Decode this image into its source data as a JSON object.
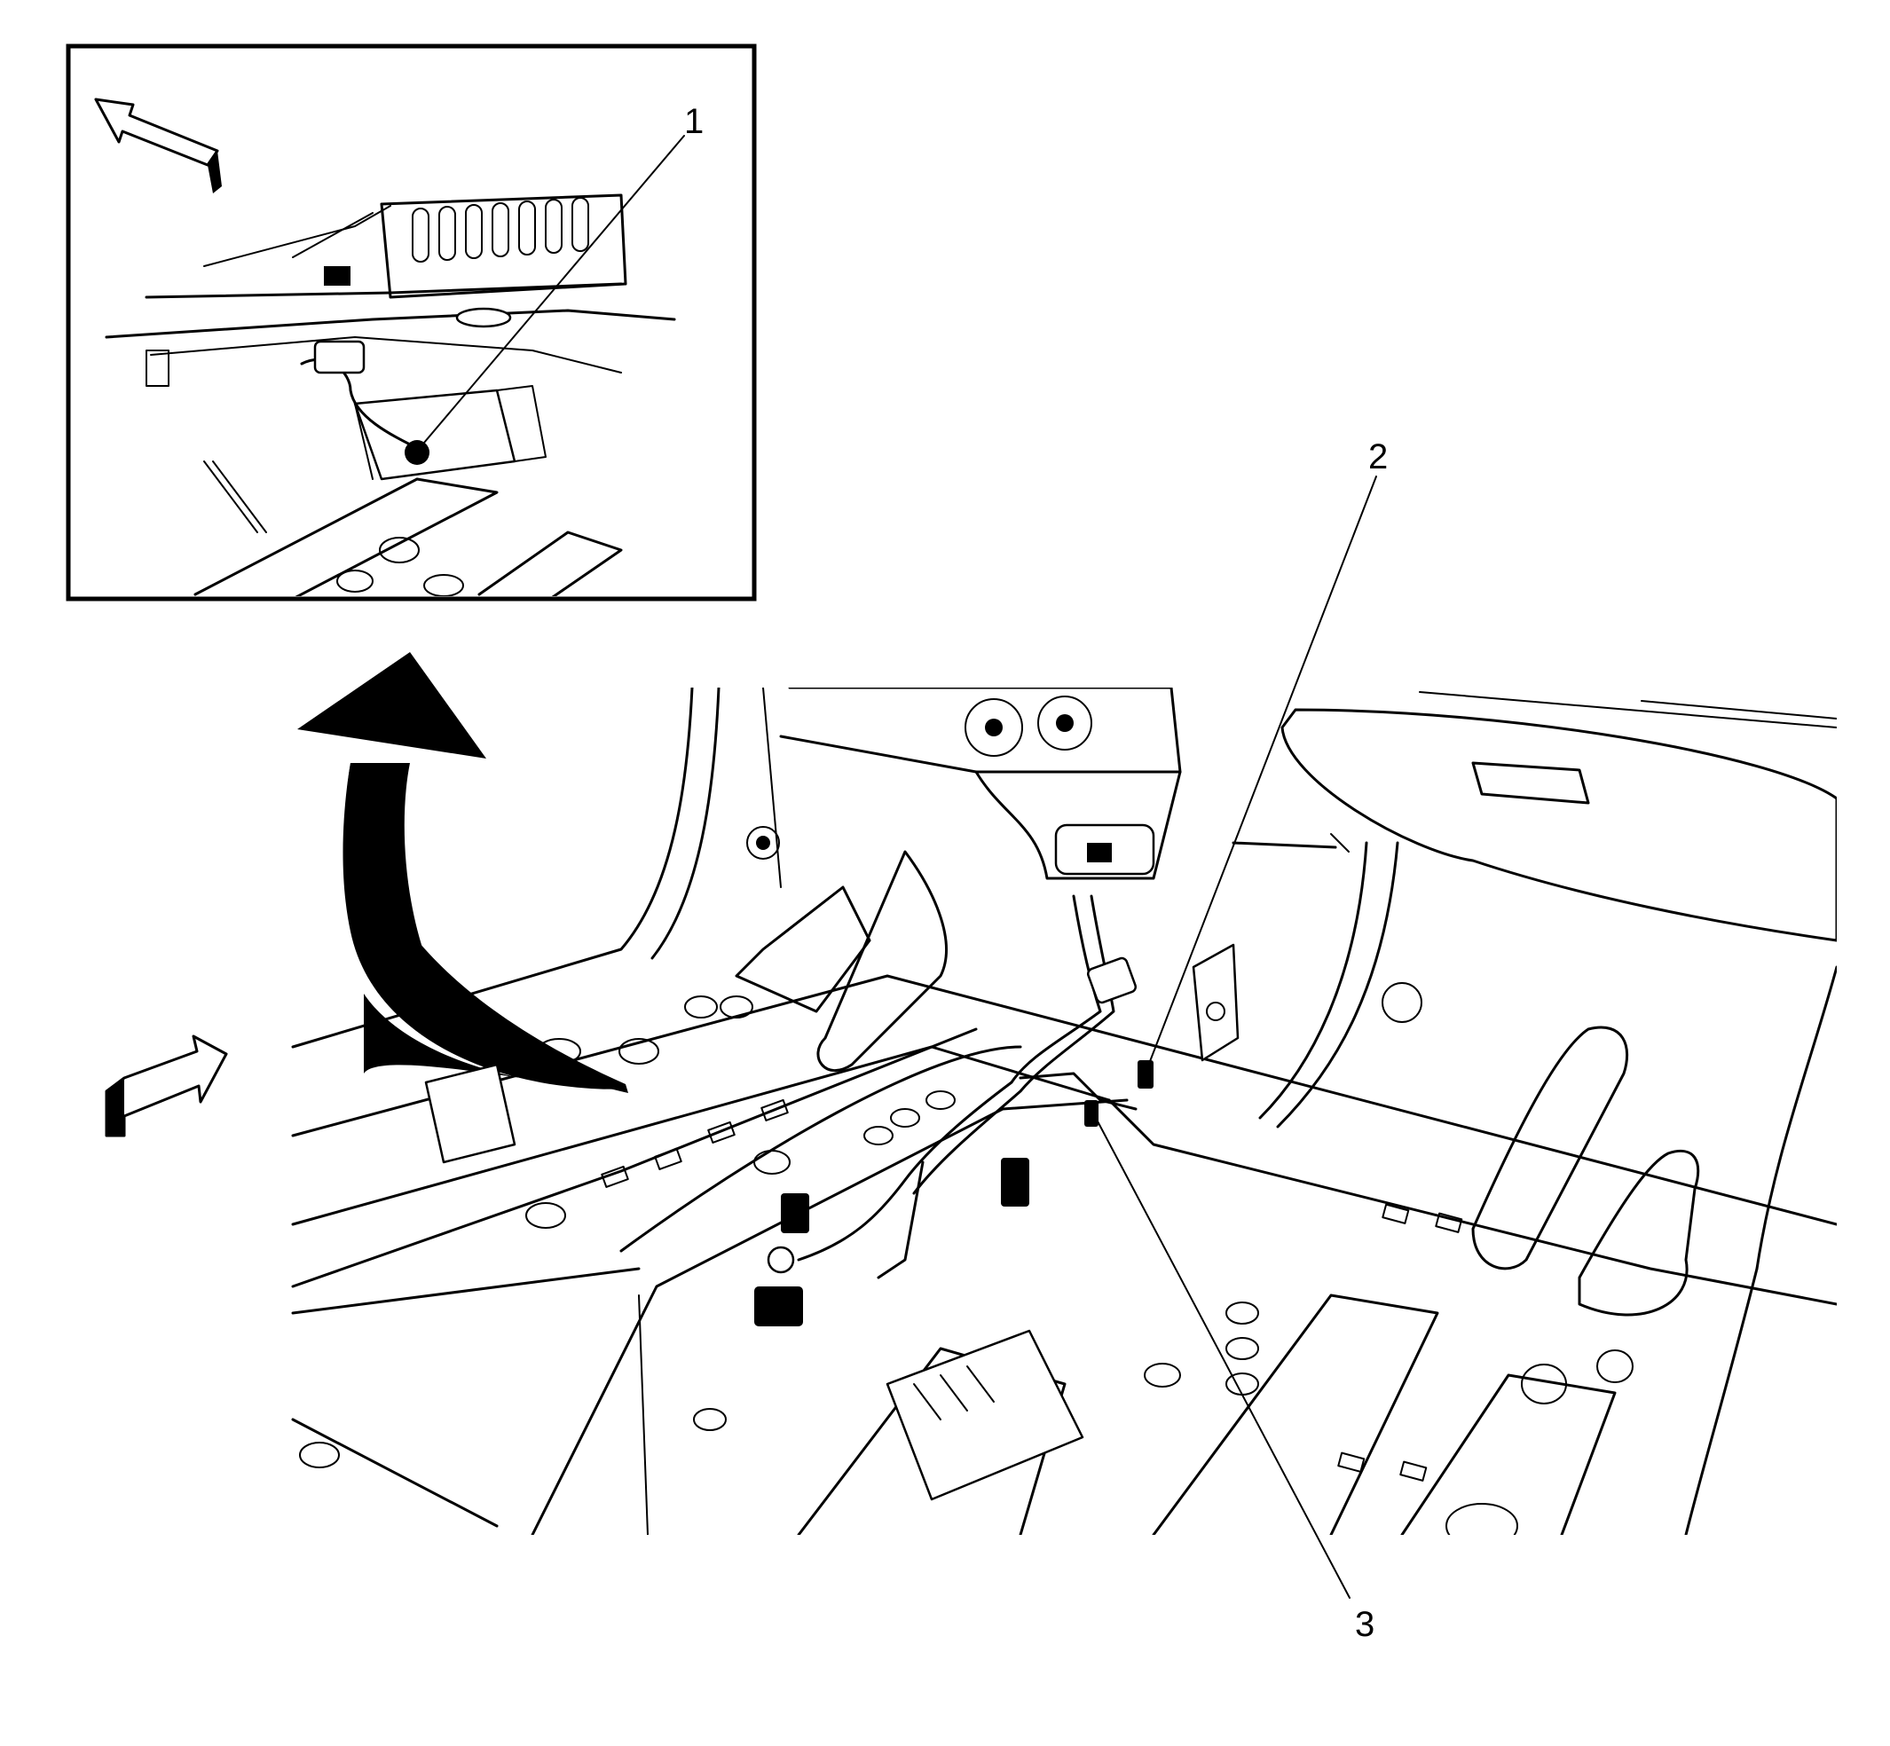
{
  "callouts": [
    {
      "id": "callout-1",
      "label": "1"
    },
    {
      "id": "callout-2",
      "label": "2"
    },
    {
      "id": "callout-3",
      "label": "3"
    }
  ],
  "icons": {
    "inset_direction_arrow": "forward-arrow-icon",
    "main_direction_arrow": "forward-arrow-icon",
    "transition_arrow": "curved-arrow-icon"
  },
  "colors": {
    "line": "#000000",
    "background": "#ffffff"
  }
}
